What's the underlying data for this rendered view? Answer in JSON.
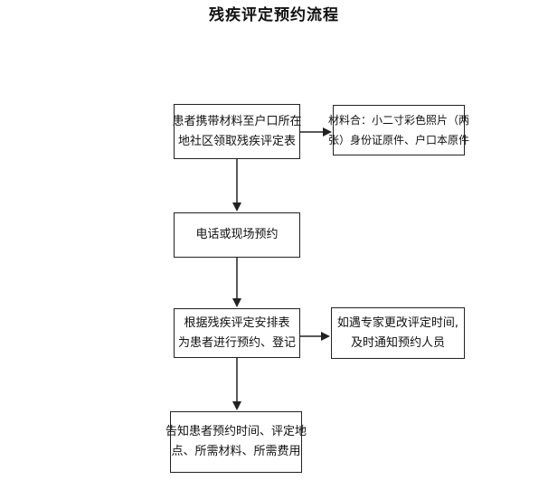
{
  "title": "残疾评定预约流程",
  "steps": [
    {
      "lines": [
        "患者携带材料至户口所在",
        "地社区领取残疾评定表"
      ]
    },
    {
      "lines": [
        "电话或现场预约"
      ]
    },
    {
      "lines": [
        "根据残疾评定安排表",
        "为患者进行预约、登记"
      ]
    },
    {
      "lines": [
        "告知患者预约时间、评定地",
        "点、所需材料、所需费用"
      ]
    }
  ],
  "notes": [
    {
      "lines": [
        "材料合：小二寸彩色照片（两",
        "张）身份证原件、户口本原件"
      ]
    },
    {
      "lines": [
        "如遇专家更改评定时间,",
        "及时通知预约人员"
      ]
    }
  ]
}
